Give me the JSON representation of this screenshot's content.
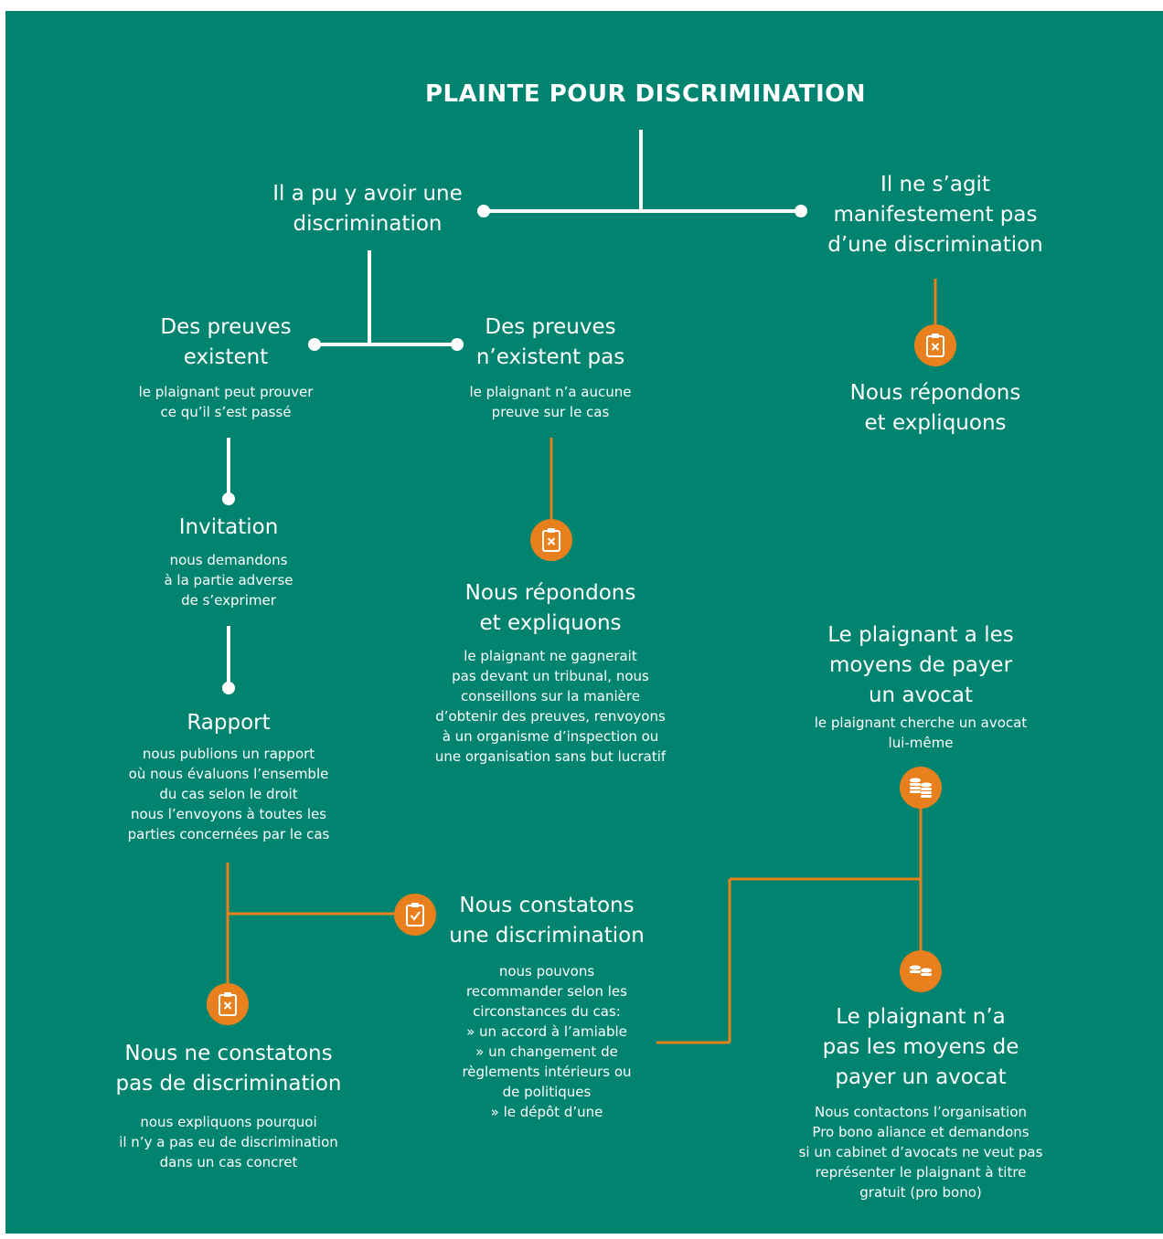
{
  "title": "PLAINTE POUR DISCRIMINATION",
  "colors": {
    "background": "#00836f",
    "text": "#ffffff",
    "accent": "#e8801e",
    "line_white": "#ffffff",
    "line_orange": "#e8801e"
  },
  "nodes": {
    "possible": {
      "head": "Il a pu y avoir une\ndiscrimination"
    },
    "not_discrimination": {
      "head": "Il ne s’agit\nmanifestement pas\nd’une discrimination"
    },
    "respond_right": {
      "head": "Nous répondons\net expliquons",
      "icon": "clipboard-x-icon"
    },
    "proof_exists": {
      "head": "Des preuves\nexistent",
      "sub": "le plaignant peut prouver\nce qu’il s’est passé"
    },
    "proof_none": {
      "head": "Des preuves\nn’existent pas",
      "sub": "le plaignant n’a aucune\npreuve sur le cas"
    },
    "invitation": {
      "head": "Invitation",
      "sub": "nous demandons\nà la partie adverse\nde s’exprimer"
    },
    "respond_mid": {
      "head": "Nous répondons\net expliquons",
      "sub": "le plaignant ne gagnerait\npas devant un tribunal, nous\nconseillons sur la manière\nd’obtenir des preuves, renvoyons\nà un organisme d’inspection ou\nune organisation sans but lucratif",
      "icon": "clipboard-x-icon"
    },
    "rapport": {
      "head": "Rapport",
      "sub": "nous publions un rapport\noù nous évaluons l’ensemble\ndu cas selon le droit\nnous l’envoyons à toutes les\nparties concernées par le cas"
    },
    "can_pay": {
      "head": "Le plaignant a les\nmoyens de payer\nun avocat",
      "sub": "le plaignant cherche un avocat\nlui-même",
      "icon": "coins-icon"
    },
    "found": {
      "head": "Nous constatons\nune discrimination",
      "sub": "nous pouvons\nrecommander selon les\ncirconstances du cas:\n» un accord à l’amiable\n» un changement de\nrèglements intérieurs ou\nde politiques\n» le dépôt d’une",
      "icon": "clipboard-check-icon"
    },
    "cannot_pay": {
      "head": "Le plaignant n’a\npas les moyens de\npayer un avocat",
      "sub": "Nous contactons l’organisation\nPro bono aliance et demandons\nsi un cabinet d’avocats ne veut pas\nreprésenter le plaignant à titre\ngratuit (pro bono)",
      "icon": "coins-small-icon"
    },
    "not_found": {
      "head": "Nous ne constatons\npas de discrimination",
      "sub": "nous expliquons pourquoi\nil n’y a pas eu de discrimination\ndans un cas concret",
      "icon": "clipboard-x-icon"
    }
  }
}
